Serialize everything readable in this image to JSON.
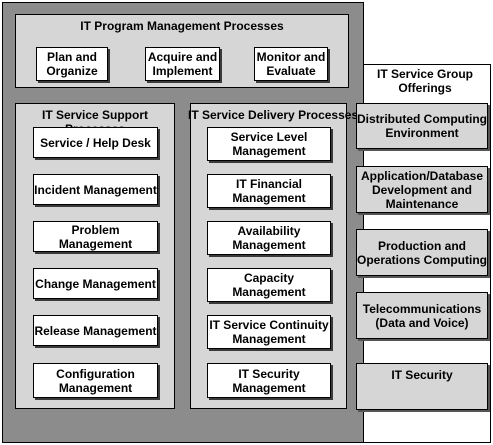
{
  "program": {
    "title": "IT Program Management Processes",
    "items": [
      "Plan and\nOrganize",
      "Acquire and\nImplement",
      "Monitor and\nEvaluate"
    ]
  },
  "support": {
    "title": "IT Service Support Processes",
    "items": [
      "Service / Help Desk",
      "Incident Management",
      "Problem Management",
      "Change Management",
      "Release Management",
      "Configuration\nManagement"
    ]
  },
  "delivery": {
    "title": "IT Service Delivery Processes",
    "items": [
      "Service Level\nManagement",
      "IT Financial\nManagement",
      "Availability\nManagement",
      "Capacity\nManagement",
      "IT Service Continuity\nManagement",
      "IT Security\nManagement"
    ]
  },
  "offerings": {
    "title": "IT Service Group\nOfferings",
    "items": [
      "Distributed Computing\nEnvironment",
      "Application/Database\nDevelopment and\nMaintenance",
      "Production and\nOperations Computing",
      "Telecommunications\n(Data and Voice)",
      "IT Security"
    ]
  },
  "colors": {
    "outer": "#8c8c8c",
    "panel": "#d6d6d6",
    "box": "#ffffff",
    "border": "#000000"
  }
}
